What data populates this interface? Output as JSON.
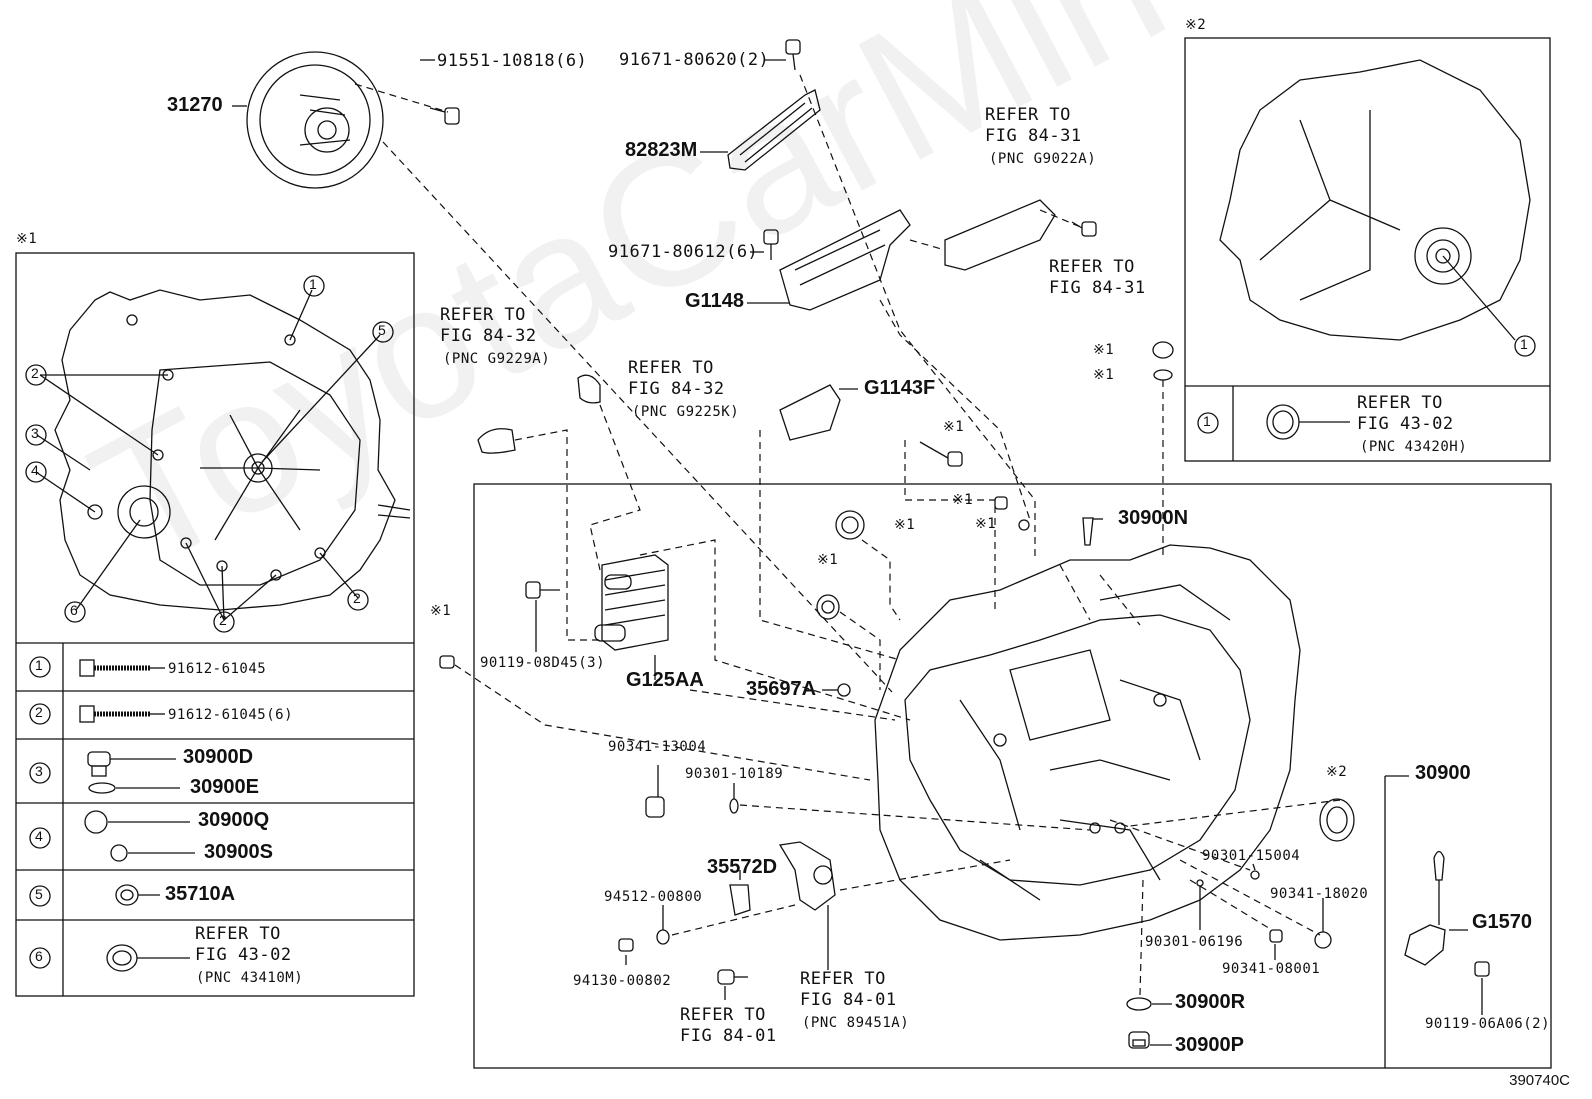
{
  "watermark": "ToyotaCarMirror",
  "figure_id": "390740C",
  "mark1": "※1",
  "mark2": "※2",
  "top": {
    "p31270": "31270",
    "p91551": "91551-10818(6)",
    "p91671_620": "91671-80620(2)",
    "p82823M": "82823M",
    "p91671_612": "91671-80612(6)",
    "pG1148": "G1148",
    "pG1143F": "G1143F",
    "ref8431a_1": "REFER TO",
    "ref8431a_2": "FIG 84-31",
    "ref8431a_3": "(PNC G9022A)",
    "ref8431b_1": "REFER TO",
    "ref8431b_2": "FIG 84-31",
    "ref8432a_1": "REFER TO",
    "ref8432a_2": "FIG 84-32",
    "ref8432a_3": "(PNC G9229A)",
    "ref8432b_1": "REFER TO",
    "ref8432b_2": "FIG 84-32",
    "ref8432b_3": "(PNC G9225K)"
  },
  "main": {
    "p30900N": "30900N",
    "p90119_08D45": "90119-08D45(3)",
    "pG125AA": "G125AA",
    "p35697A": "35697A",
    "p90341_13004": "90341-13004",
    "p90301_10189": "90301-10189",
    "p30900": "30900",
    "p35572D": "35572D",
    "p94512": "94512-00800",
    "p94130": "94130-00802",
    "ref8401a_1": "REFER TO",
    "ref8401a_2": "FIG 84-01",
    "ref8401b_1": "REFER TO",
    "ref8401b_2": "FIG 84-01",
    "ref8401b_3": "(PNC 89451A)",
    "p90301_15004": "90301-15004",
    "p90341_18020": "90341-18020",
    "p90301_06196": "90301-06196",
    "p90341_08001": "90341-08001",
    "p30900R": "30900R",
    "p30900P": "30900P",
    "pG1570": "G1570",
    "p90119_06A06": "90119-06A06(2)"
  },
  "left_box": {
    "rows": [
      {
        "num": "1",
        "label": "91612-61045"
      },
      {
        "num": "2",
        "label": "91612-61045(6)"
      },
      {
        "num": "3",
        "label_a": "30900D",
        "label_b": "30900E"
      },
      {
        "num": "4",
        "label_a": "30900Q",
        "label_b": "30900S"
      },
      {
        "num": "5",
        "label": "35710A"
      },
      {
        "num": "6",
        "ref1": "REFER TO",
        "ref2": "FIG 43-02",
        "ref3": "(PNC 43410M)"
      }
    ]
  },
  "right_box": {
    "row_num": "1",
    "ref1": "REFER TO",
    "ref2": "FIG 43-02",
    "ref3": "(PNC 43420H)"
  }
}
